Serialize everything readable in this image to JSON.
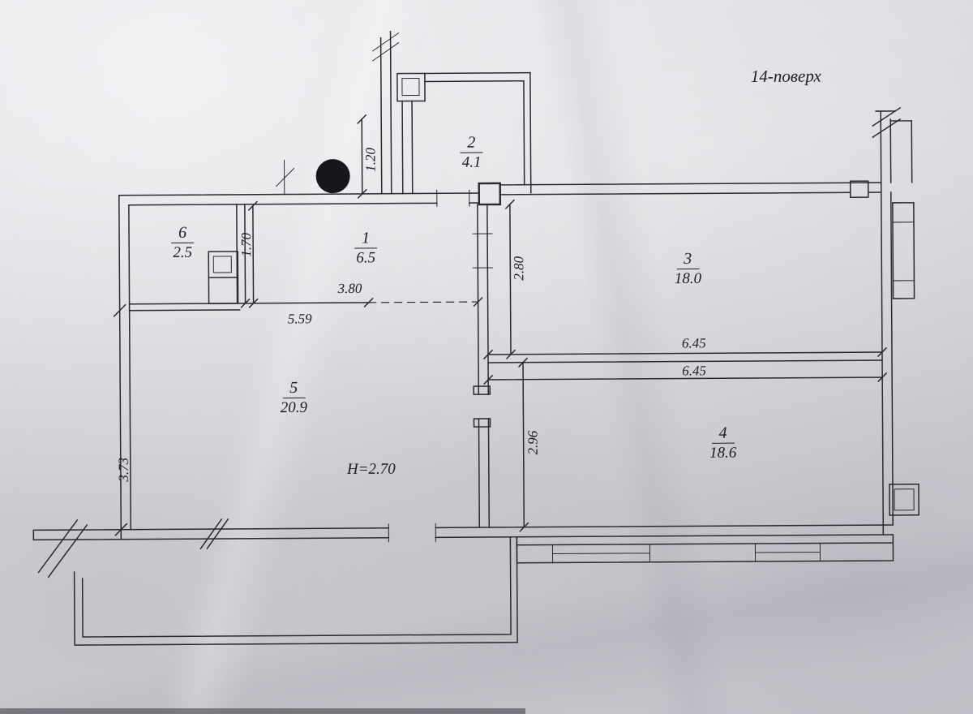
{
  "floor_label": "14-поверх",
  "height_note": "H=2.70",
  "rooms": {
    "r1": {
      "num": "1",
      "area": "6.5"
    },
    "r2": {
      "num": "2",
      "area": "4.1"
    },
    "r3": {
      "num": "3",
      "area": "18.0"
    },
    "r4": {
      "num": "4",
      "area": "18.6"
    },
    "r5": {
      "num": "5",
      "area": "20.9"
    },
    "r6": {
      "num": "6",
      "area": "2.5"
    }
  },
  "dims": {
    "v120": "1.20",
    "v170": "1.70",
    "v280": "2.80",
    "v296": "2.96",
    "v373": "3.73",
    "h380": "3.80",
    "h559": "5.59",
    "h645_top": "6.45",
    "h645_bottom": "6.45"
  },
  "colors": {
    "ink": "#2a292e",
    "paper": "#d8d7dc"
  }
}
